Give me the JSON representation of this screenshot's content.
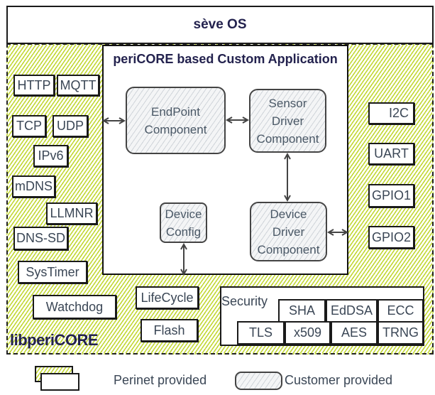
{
  "os": {
    "title": "sève OS"
  },
  "library": {
    "title": "libperiCORE",
    "network_modules": [
      "HTTP",
      "MQTT",
      "TCP",
      "UDP",
      "IPv6",
      "mDNS",
      "LLMNR",
      "DNS-SD"
    ],
    "system_modules": [
      "SysTimer",
      "Watchdog",
      "LifeCycle",
      "Flash"
    ],
    "io_modules": [
      "I2C",
      "UART",
      "GPIO1",
      "GPIO2"
    ],
    "security": {
      "label": "Security",
      "top_row": [
        "SHA",
        "EdDSA",
        "ECC"
      ],
      "bottom_row": [
        "TLS",
        "x509",
        "AES",
        "TRNG"
      ]
    }
  },
  "application": {
    "title": "periCORE based Custom Application",
    "components": {
      "endpoint": {
        "line1": "EndPoint",
        "line2": "Component"
      },
      "sensor": {
        "line1": "Sensor",
        "line2": "Driver",
        "line3": "Component"
      },
      "device_config": {
        "line1": "Device",
        "line2": "Config"
      },
      "device_driver": {
        "line1": "Device",
        "line2": "Driver",
        "line3": "Component"
      }
    }
  },
  "legend": {
    "perinet": "Perinet provided",
    "customer": "Customer provided"
  },
  "colors": {
    "accent_green": "#c3d836",
    "title_navy": "#23224e",
    "text_slate": "#3a4655"
  }
}
